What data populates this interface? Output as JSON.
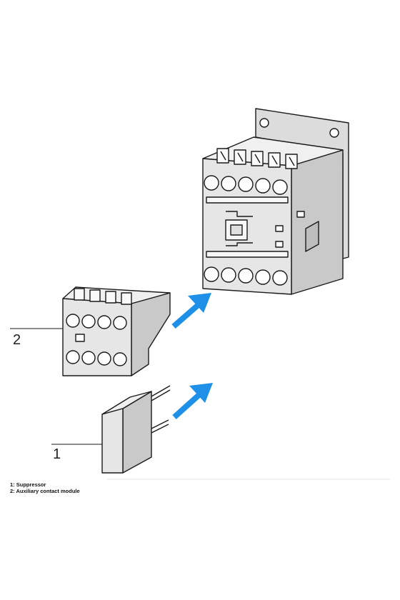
{
  "callouts": [
    {
      "number": "1",
      "label": "Suppressor"
    },
    {
      "number": "2",
      "label": "Auxiliary contact module"
    }
  ],
  "legend": [
    "1: Suppressor",
    "2: Auxiliary contact module"
  ],
  "colors": {
    "body": "#e6e6e6",
    "body_light": "#f2f2f2",
    "body_dark": "#bfbfbf",
    "outline": "#1a1a1a",
    "arrow": "#1e90e8"
  },
  "icons": [
    "contactor",
    "auxiliary-contact-module",
    "suppressor",
    "mounting-arrow"
  ]
}
